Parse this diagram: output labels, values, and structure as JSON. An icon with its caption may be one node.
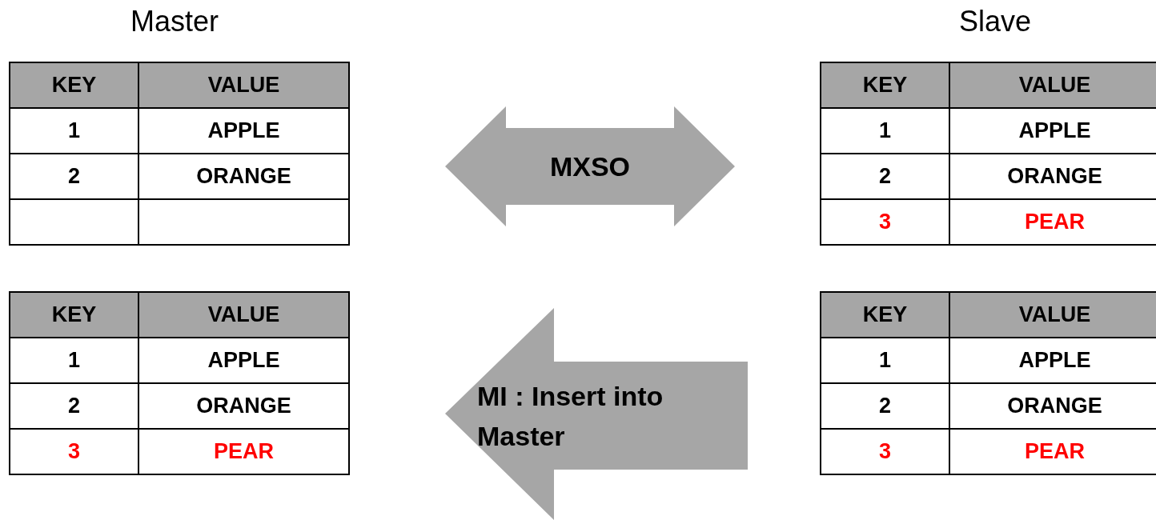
{
  "diagram": {
    "nodes": [
      {
        "text": [
          "MXSO"
        ]
      },
      {
        "text": [
          "MI : Insert into Master"
        ]
      }
    ],
    "labels": [
      "Master",
      "Slave",
      "KEY",
      "VALUE",
      "1",
      "APPLE",
      "2",
      "ORANGE",
      "KEY",
      "VALUE",
      "1",
      "APPLE",
      "2",
      "ORANGE",
      "3",
      "PEAR",
      "KEY",
      "VALUE",
      "1",
      "APPLE",
      "2",
      "ORANGE",
      "3",
      "PEAR",
      "KEY",
      "VALUE",
      "1",
      "APPLE",
      "2",
      "ORANGE",
      "3",
      "PEAR"
    ]
  }
}
